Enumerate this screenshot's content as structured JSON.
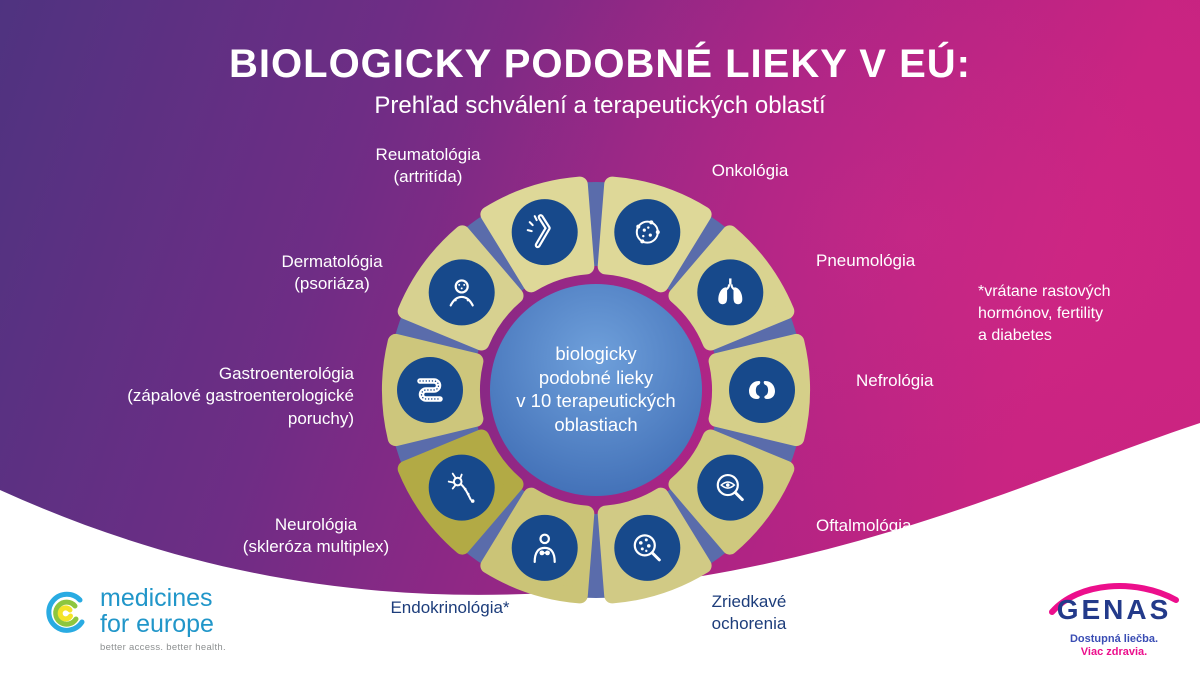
{
  "header": {
    "title": "BIOLOGICKY PODOBNÉ LIEKY V EÚ:",
    "subtitle": "Prehľad schválení a terapeutických oblastí"
  },
  "center_text": "biologicky\npodobné lieky\nv 10 terapeutických\noblastiach",
  "footnote": "*vrátane rastových\nhormónov, fertility\na diabetes",
  "colors": {
    "background_purple": "#4f3380",
    "background_magenta": "#c72381",
    "ring": "#5a6cab",
    "icon_circle": "#17498b",
    "center_top": "#6fa0db",
    "center_bottom": "#3d6bb3",
    "label_dark": "#1d3d7b",
    "white_wave": "#ffffff"
  },
  "diagram": {
    "segments": [
      {
        "id": "reumatologia",
        "label": "Reumatológia\n(artritída)",
        "icon": "joint-icon",
        "angle": 108,
        "color": "#ded898"
      },
      {
        "id": "onkologia",
        "label": "Onkológia",
        "icon": "cancer-cell-icon",
        "angle": 72,
        "color": "#ded898"
      },
      {
        "id": "pneumologia",
        "label": "Pneumológia",
        "icon": "lungs-icon",
        "angle": 36,
        "color": "#d9d390"
      },
      {
        "id": "nefrologia",
        "label": "Nefrológia",
        "icon": "kidneys-icon",
        "angle": 0,
        "color": "#d5cf89"
      },
      {
        "id": "oftalmologia",
        "label": "Oftalmológia",
        "icon": "eye-magnifier-icon",
        "angle": -36,
        "color": "#cfc87e"
      },
      {
        "id": "zriedkave-ochorenia",
        "label": "Zriedkavé\nochorenia",
        "icon": "cells-magnifier-icon",
        "angle": -72,
        "color": "#d1ca85"
      },
      {
        "id": "endokrinologia",
        "label": "Endokrinológia*",
        "icon": "thyroid-icon",
        "angle": -108,
        "color": "#cbc477"
      },
      {
        "id": "neurologia",
        "label": "Neurológia\n(skleróza multiplex)",
        "icon": "neuron-icon",
        "angle": -144,
        "color": "#b2aa45"
      },
      {
        "id": "gastroenterologia",
        "label": "Gastroenterológia\n(zápalové gastroenterologické\nporuchy)",
        "icon": "intestine-icon",
        "angle": 180,
        "color": "#cdc67c"
      },
      {
        "id": "dermatologia",
        "label": "Dermatológia\n(psoriáza)",
        "icon": "dermatology-icon",
        "angle": 144,
        "color": "#d7d190"
      }
    ]
  },
  "logos": {
    "medicines_for_europe": {
      "line1": "medicines",
      "line2": "for europe",
      "tagline": "better access. better health.",
      "brand_blue": "#2196c9"
    },
    "genas": {
      "name": "GENAS",
      "tagline1": "Dostupná liečba.",
      "tagline2": "Viac zdravia.",
      "navy": "#233a8a",
      "pink": "#ec0f8c"
    }
  }
}
